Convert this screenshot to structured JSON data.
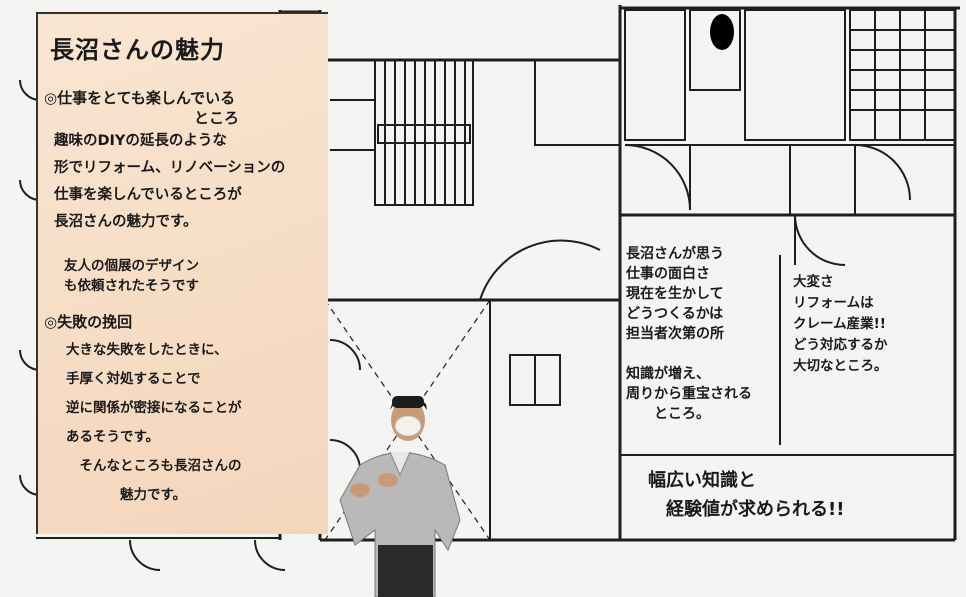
{
  "poster": {
    "title": "長沼さんの魅力",
    "section1": {
      "heading": "◎仕事をとても楽しんでいる\n　　　　　　　　　　ところ",
      "body": "趣味のDIYの延長のような\n形でリフォーム、リノベーションの\n仕事を楽しんでいるところが\n長沼さんの魅力です。",
      "note": "友人の個展のデザイン\nも依頼されたそうです"
    },
    "section2": {
      "heading": "◎失敗の挽回",
      "body": "大きな失敗をしたときに、\n手厚く対処することで\n逆に関係が密接になることが\nあるそうです。\n　そんなところも長沼さんの\n　　　　魅力です。"
    },
    "right_col1": "長沼さんが思う\n仕事の面白さ\n現在を生かして\nどうつくるかは\n担当者次第の所\n\n知識が増え、\n周りから重宝される\n　　ところ。",
    "right_col2": "大変さ\nリフォームは\nクレーム産業!!\nどう対応するか\n大切なところ。",
    "bottom_note": "幅広い知識と\n　経験値が求められる!!"
  },
  "colors": {
    "panel": "#f7dfc8",
    "ink": "#1a1a1a",
    "poster": "#f4f4f2",
    "jacket": "#b9b9b9"
  }
}
